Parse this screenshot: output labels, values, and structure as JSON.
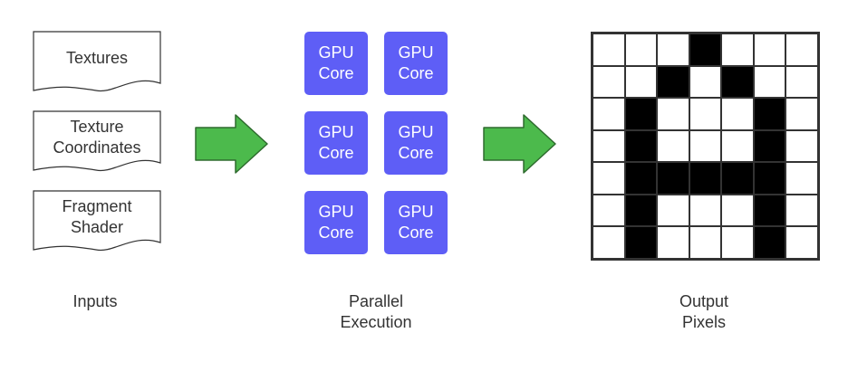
{
  "inputs": {
    "docs": [
      {
        "label": "Textures"
      },
      {
        "label": "Texture\nCoordinates"
      },
      {
        "label": "Fragment\nShader"
      }
    ],
    "caption": "Inputs"
  },
  "cores": {
    "labels": [
      "GPU\nCore",
      "GPU\nCore",
      "GPU\nCore",
      "GPU\nCore",
      "GPU\nCore",
      "GPU\nCore"
    ],
    "color": "#5e5ef6",
    "caption": "Parallel\nExecution"
  },
  "arrows": {
    "color": "#4cba4c",
    "stroke": "#2e6b2e"
  },
  "output": {
    "caption": "Output\nPixels",
    "rows": 7,
    "cols": 7,
    "filled_color": "#000000",
    "empty_color": "#ffffff",
    "pixels": [
      [
        0,
        0,
        0,
        1,
        0,
        0,
        0
      ],
      [
        0,
        0,
        1,
        0,
        1,
        0,
        0
      ],
      [
        0,
        1,
        0,
        0,
        0,
        1,
        0
      ],
      [
        0,
        1,
        0,
        0,
        0,
        1,
        0
      ],
      [
        0,
        1,
        1,
        1,
        1,
        1,
        0
      ],
      [
        0,
        1,
        0,
        0,
        0,
        1,
        0
      ],
      [
        0,
        1,
        0,
        0,
        0,
        1,
        0
      ]
    ]
  }
}
